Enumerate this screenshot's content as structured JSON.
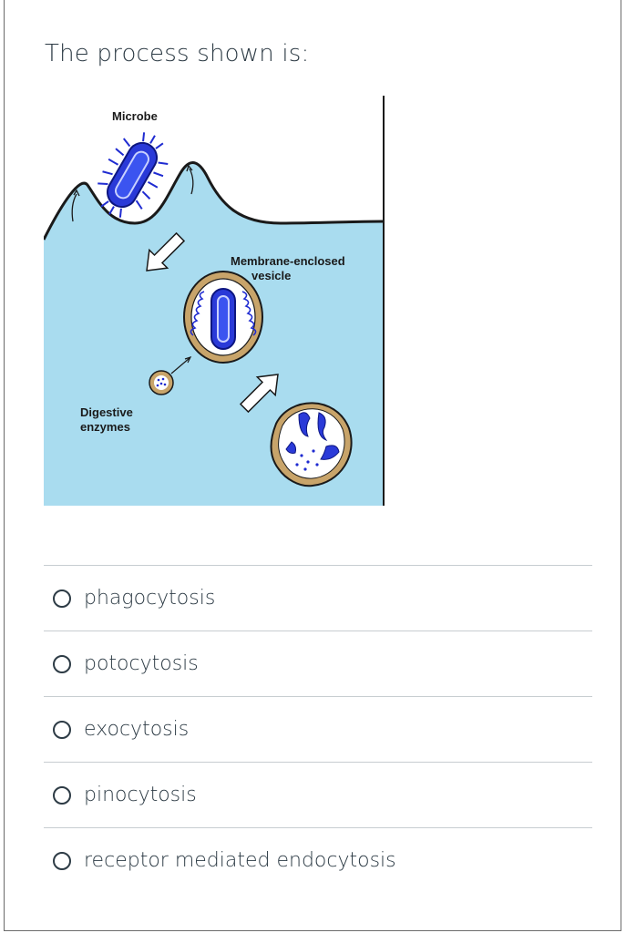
{
  "question": {
    "text": "The process shown is:"
  },
  "figure": {
    "labels": {
      "microbe": "Microbe",
      "vesicle_line1": "Membrane-enclosed",
      "vesicle_line2": "vesicle",
      "enzymes_line1": "Digestive",
      "enzymes_line2": "enzymes"
    },
    "colors": {
      "cytoplasm": "#a9dcef",
      "background": "#ffffff",
      "microbe": "#1f2bd1",
      "membrane": "#1a1a1a",
      "vesicle_rim": "#c8a46a"
    }
  },
  "answers": [
    {
      "label": "phagocytosis"
    },
    {
      "label": "potocytosis"
    },
    {
      "label": "exocytosis"
    },
    {
      "label": "pinocytosis"
    },
    {
      "label": "receptor mediated endocytosis"
    }
  ]
}
